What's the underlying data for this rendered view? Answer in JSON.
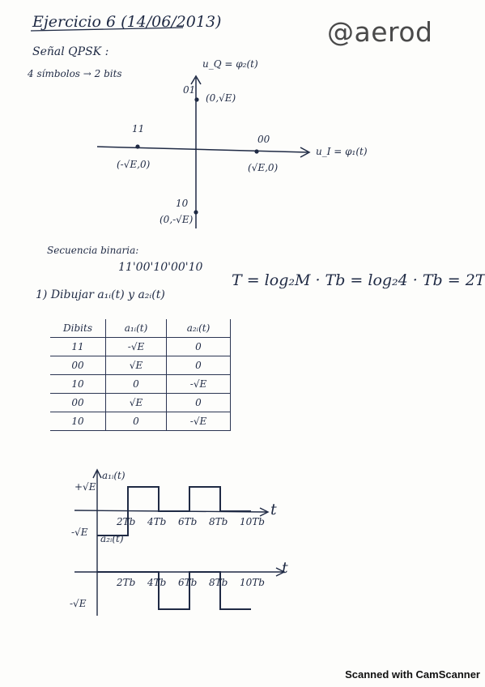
{
  "header": {
    "title": "Ejercicio 6 (14/06/2013)",
    "signal": "Señal QPSK :",
    "symbols": "4 símbolos → 2 bits"
  },
  "watermark": "@aerod",
  "constellation": {
    "y_axis_label": "u_Q = φ₂(t)",
    "x_axis_label": "u_I = φ₁(t)",
    "points": [
      {
        "bits": "01",
        "coord": "(0,√E)"
      },
      {
        "bits": "11",
        "coord": "(-√E,0)"
      },
      {
        "bits": "00",
        "coord": "(√E,0)"
      },
      {
        "bits": "10",
        "coord": "(0,-√E)"
      }
    ]
  },
  "sequence": {
    "label": "Secuencia binaria:",
    "value": "11'00'10'00'10"
  },
  "question": {
    "text": "1) Dibujar a₁ᵢ(t) y a₂ᵢ(t)",
    "formula": "T = log₂M · Tb = log₂4 · Tb = 2Tb"
  },
  "table": {
    "headers": [
      "Dibits",
      "a₁ᵢ(t)",
      "a₂ᵢ(t)"
    ],
    "rows": [
      [
        "11",
        "-√E",
        "0"
      ],
      [
        "00",
        "√E",
        "0"
      ],
      [
        "10",
        "0",
        "-√E"
      ],
      [
        "00",
        "√E",
        "0"
      ],
      [
        "10",
        "0",
        "-√E"
      ]
    ]
  },
  "plot1": {
    "label": "a₁ᵢ(t)",
    "y_pos": "+√E",
    "y_neg": "-√E",
    "t_axis": "t",
    "ticks": [
      "2Tb",
      "4Tb",
      "6Tb",
      "8Tb",
      "10Tb"
    ],
    "values": [
      -1,
      1,
      0,
      1,
      0
    ]
  },
  "plot2": {
    "label": "a₂ᵢ(t)",
    "y_neg": "-√E",
    "t_axis": "t",
    "ticks": [
      "2Tb",
      "4Tb",
      "6Tb",
      "8Tb",
      "10Tb"
    ],
    "values": [
      0,
      0,
      -1,
      0,
      -1
    ]
  },
  "footer": "Scanned with CamScanner"
}
